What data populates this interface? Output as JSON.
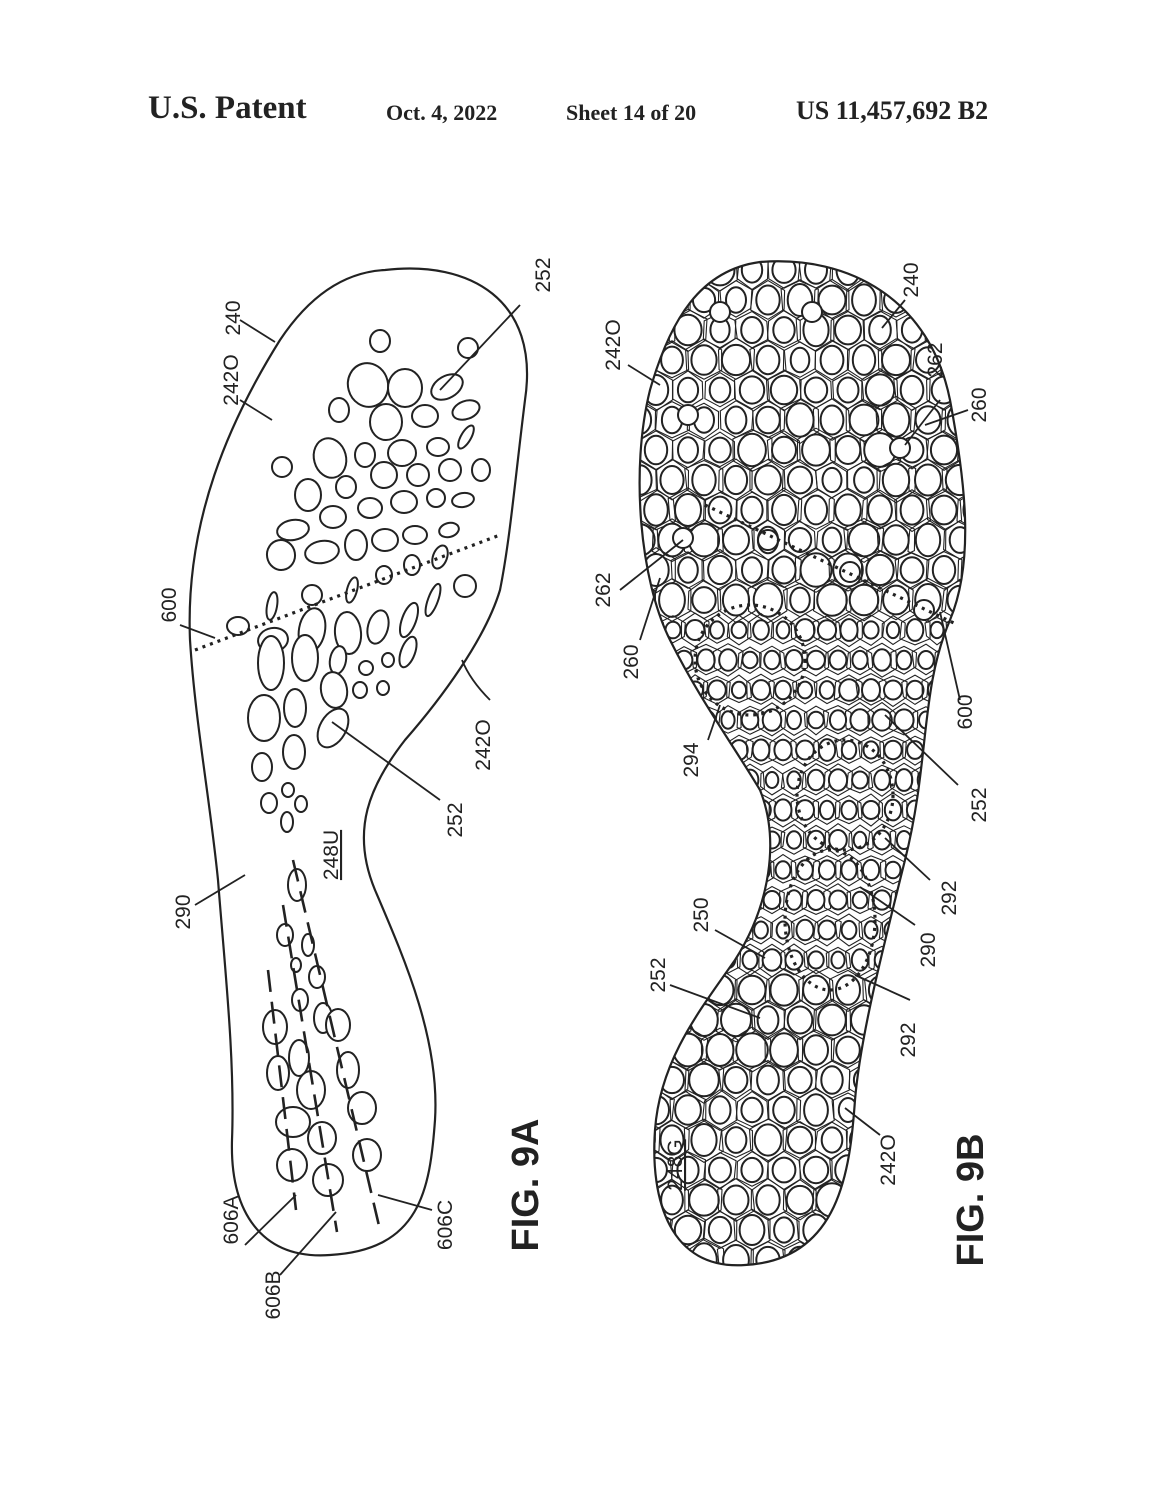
{
  "header": {
    "title": "U.S. Patent",
    "date": "Oct. 4, 2022",
    "sheet": "Sheet 14 of 20",
    "patent_number": "US 11,457,692 B2"
  },
  "figure_a": {
    "caption": "FIG. 9A",
    "labels": {
      "l240": "240",
      "l242o_top": "242O",
      "l242o_mid": "242O",
      "l252_top": "252",
      "l252_bottom": "252",
      "l600": "600",
      "l290": "290",
      "l248u": "248U",
      "l606a": "606A",
      "l606b": "606B",
      "l606c": "606C"
    }
  },
  "figure_b": {
    "caption": "FIG. 9B",
    "labels": {
      "l240": "240",
      "l242o_top": "242O",
      "l242o_bottom": "242O",
      "l262_top": "262",
      "l262_left": "262",
      "l260_right": "260",
      "l260_left": "260",
      "l600": "600",
      "l294": "294",
      "l252_right": "252",
      "l252_left": "252",
      "l292_top": "292",
      "l292_bottom": "292",
      "l290": "290",
      "l250": "250",
      "l248g": "248G"
    }
  },
  "colors": {
    "ink": "#222222",
    "paper": "#ffffff"
  }
}
